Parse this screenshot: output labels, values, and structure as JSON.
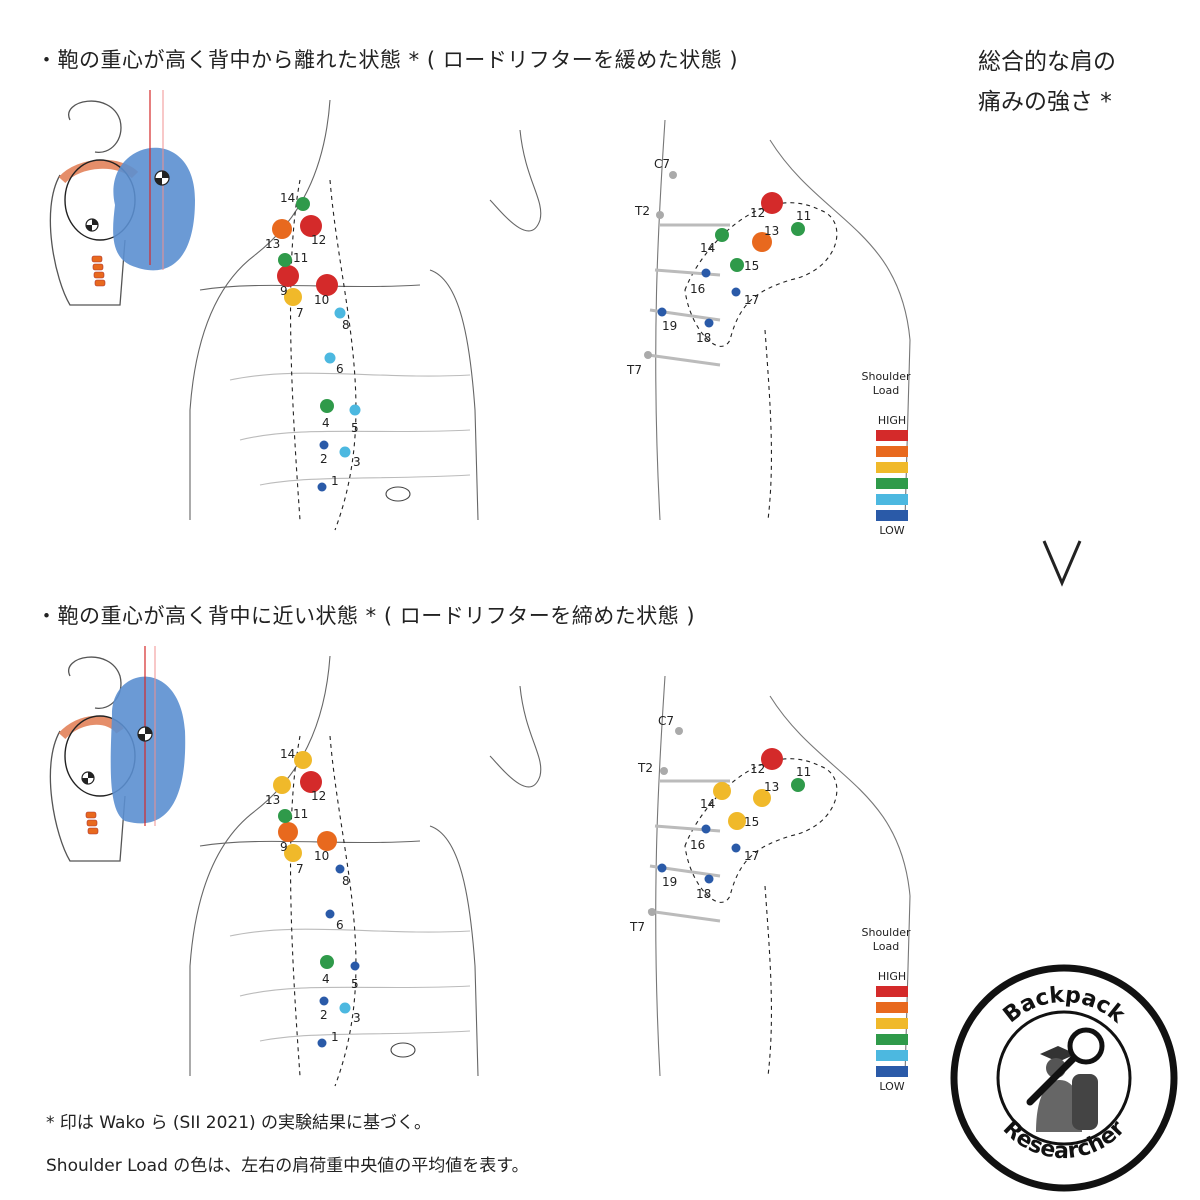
{
  "panels": [
    {
      "title": "・鞄の重心が高く背中から離れた状態 * ( ロードリフターを緩めた状態 )",
      "front_points": [
        {
          "id": "1",
          "level": "low"
        },
        {
          "id": "2",
          "level": "low"
        },
        {
          "id": "3",
          "level": "cyan"
        },
        {
          "id": "4",
          "level": "green"
        },
        {
          "id": "5",
          "level": "cyan"
        },
        {
          "id": "6",
          "level": "cyan"
        },
        {
          "id": "7",
          "level": "yellow"
        },
        {
          "id": "8",
          "level": "cyan"
        },
        {
          "id": "9",
          "level": "high"
        },
        {
          "id": "10",
          "level": "high"
        },
        {
          "id": "11",
          "level": "green"
        },
        {
          "id": "12",
          "level": "high"
        },
        {
          "id": "13",
          "level": "orange"
        },
        {
          "id": "14",
          "level": "green"
        }
      ],
      "back_points": [
        {
          "id": "11",
          "level": "green"
        },
        {
          "id": "12",
          "level": "high"
        },
        {
          "id": "13",
          "level": "orange"
        },
        {
          "id": "14",
          "level": "green"
        },
        {
          "id": "15",
          "level": "green"
        },
        {
          "id": "16",
          "level": "low"
        },
        {
          "id": "17",
          "level": "low"
        },
        {
          "id": "18",
          "level": "low"
        },
        {
          "id": "19",
          "level": "low"
        }
      ]
    },
    {
      "title": "・鞄の重心が高く背中に近い状態 * ( ロードリフターを締めた状態 )",
      "front_points": [
        {
          "id": "1",
          "level": "low"
        },
        {
          "id": "2",
          "level": "low"
        },
        {
          "id": "3",
          "level": "cyan"
        },
        {
          "id": "4",
          "level": "green"
        },
        {
          "id": "5",
          "level": "low"
        },
        {
          "id": "6",
          "level": "low"
        },
        {
          "id": "7",
          "level": "yellow"
        },
        {
          "id": "8",
          "level": "low"
        },
        {
          "id": "9",
          "level": "orange"
        },
        {
          "id": "10",
          "level": "orange"
        },
        {
          "id": "11",
          "level": "green"
        },
        {
          "id": "12",
          "level": "high"
        },
        {
          "id": "13",
          "level": "yellow"
        },
        {
          "id": "14",
          "level": "yellow"
        }
      ],
      "back_points": [
        {
          "id": "11",
          "level": "green"
        },
        {
          "id": "12",
          "level": "high"
        },
        {
          "id": "13",
          "level": "yellow"
        },
        {
          "id": "14",
          "level": "yellow"
        },
        {
          "id": "15",
          "level": "yellow"
        },
        {
          "id": "16",
          "level": "low"
        },
        {
          "id": "17",
          "level": "low"
        },
        {
          "id": "18",
          "level": "low"
        },
        {
          "id": "19",
          "level": "low"
        }
      ]
    }
  ],
  "vertebrae": [
    "C7",
    "T2",
    "T7"
  ],
  "legend": {
    "title_line1": "Shoulder",
    "title_line2": "Load",
    "high": "HIGH",
    "low": "LOW",
    "colors": [
      "#d42a2a",
      "#e8691e",
      "#f0b92a",
      "#2f9a4a",
      "#4cb8e0",
      "#2a5aa8"
    ]
  },
  "level_colors": {
    "high": "#d42a2a",
    "orange": "#e8691e",
    "yellow": "#f0b92a",
    "green": "#2f9a4a",
    "cyan": "#4cb8e0",
    "low": "#2a5aa8"
  },
  "side_label": {
    "line1": "総合的な肩の",
    "line2": "痛みの強さ *"
  },
  "comparison_symbol": "∨",
  "footnote1": "* 印は Wako ら (SII 2021) の実験結果に基づく。",
  "footnote2": "Shoulder Load の色は、左右の肩荷重中央値の平均値を表す。",
  "logo": {
    "top": "Backpack",
    "bottom": "Researcher"
  }
}
